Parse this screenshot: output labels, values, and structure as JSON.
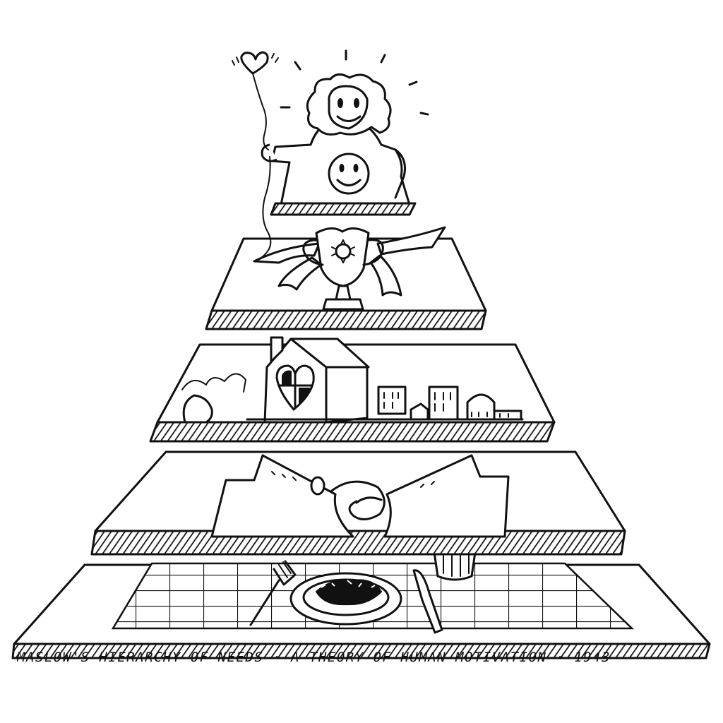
{
  "caption": "MASLOW'S HIERARCHY OF NEEDS · A THEORY OF HUMAN MOTIVATION · 1943",
  "levels": [
    {
      "order": 1,
      "icon": "food-plate-icon"
    },
    {
      "order": 2,
      "icon": "handshake-icon"
    },
    {
      "order": 3,
      "icon": "home-heart-icon"
    },
    {
      "order": 4,
      "icon": "trophy-icon"
    },
    {
      "order": 5,
      "icon": "happy-person-icon"
    }
  ],
  "colors": {
    "ink": "#111111",
    "paper": "#ffffff"
  }
}
